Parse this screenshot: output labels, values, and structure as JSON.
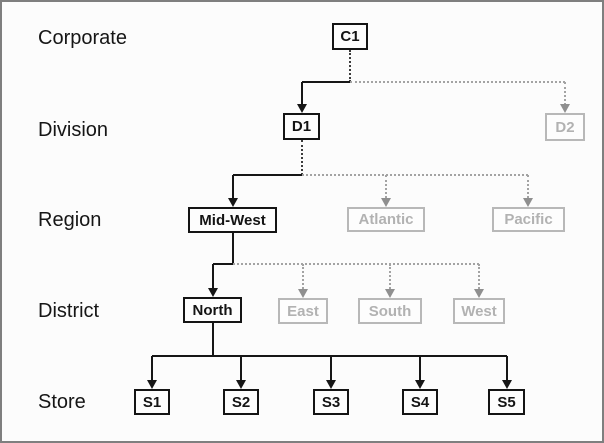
{
  "diagram": {
    "type": "drill-down-hierarchy",
    "row_labels": [
      {
        "label": "Corporate"
      },
      {
        "label": "Division"
      },
      {
        "label": "Region"
      },
      {
        "label": "District"
      },
      {
        "label": "Store"
      }
    ],
    "nodes": {
      "c1": {
        "label": "C1",
        "level": "Corporate",
        "state": "selected-path"
      },
      "d1": {
        "label": "D1",
        "level": "Division",
        "state": "selected-path"
      },
      "d2": {
        "label": "D2",
        "level": "Division",
        "state": "inactive"
      },
      "midwest": {
        "label": "Mid-West",
        "level": "Region",
        "state": "selected-path"
      },
      "atlantic": {
        "label": "Atlantic",
        "level": "Region",
        "state": "inactive"
      },
      "pacific": {
        "label": "Pacific",
        "level": "Region",
        "state": "inactive"
      },
      "north": {
        "label": "North",
        "level": "District",
        "state": "selected-path"
      },
      "east": {
        "label": "East",
        "level": "District",
        "state": "inactive"
      },
      "south": {
        "label": "South",
        "level": "District",
        "state": "inactive"
      },
      "west": {
        "label": "West",
        "level": "District",
        "state": "inactive"
      },
      "s1": {
        "label": "S1",
        "level": "Store",
        "state": "selected-path"
      },
      "s2": {
        "label": "S2",
        "level": "Store",
        "state": "selected-path"
      },
      "s3": {
        "label": "S3",
        "level": "Store",
        "state": "selected-path"
      },
      "s4": {
        "label": "S4",
        "level": "Store",
        "state": "selected-path"
      },
      "s5": {
        "label": "S5",
        "level": "Store",
        "state": "selected-path"
      }
    },
    "edges": [
      {
        "from": "C1",
        "to": "D1",
        "style": "solid"
      },
      {
        "from": "C1",
        "to": "D2",
        "style": "dotted"
      },
      {
        "from": "D1",
        "to": "Mid-West",
        "style": "solid"
      },
      {
        "from": "D1",
        "to": "Atlantic",
        "style": "dotted"
      },
      {
        "from": "D1",
        "to": "Pacific",
        "style": "dotted"
      },
      {
        "from": "Mid-West",
        "to": "North",
        "style": "solid"
      },
      {
        "from": "Mid-West",
        "to": "East",
        "style": "dotted"
      },
      {
        "from": "Mid-West",
        "to": "South",
        "style": "dotted"
      },
      {
        "from": "Mid-West",
        "to": "West",
        "style": "dotted"
      },
      {
        "from": "North",
        "to": "S1",
        "style": "solid"
      },
      {
        "from": "North",
        "to": "S2",
        "style": "solid"
      },
      {
        "from": "North",
        "to": "S3",
        "style": "solid"
      },
      {
        "from": "North",
        "to": "S4",
        "style": "solid"
      },
      {
        "from": "North",
        "to": "S5",
        "style": "solid"
      }
    ],
    "colors": {
      "active_line": "#161616",
      "inactive_line": "#a3a3a3",
      "inactive_box": "#b2b2b2",
      "background": "#fcfcfc",
      "frame_border": "#7f7f7f"
    }
  }
}
